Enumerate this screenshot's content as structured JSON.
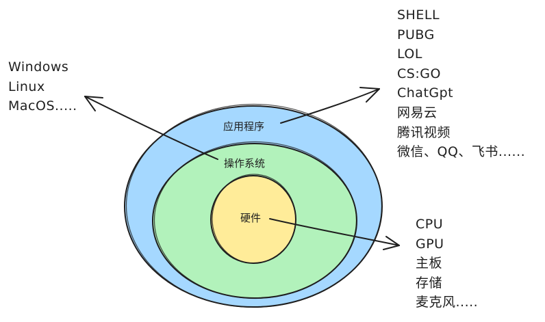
{
  "layers": {
    "applications": {
      "label": "应用程序",
      "color": "#a5d8ff"
    },
    "operating_system": {
      "label": "操作系统",
      "color": "#b2f2bb"
    },
    "hardware": {
      "label": "硬件",
      "color": "#ffec99"
    }
  },
  "stroke_color": "#1e1e1e",
  "notes": {
    "operating_system_examples": [
      "Windows",
      "Linux",
      "MacOS....."
    ],
    "application_examples": [
      "SHELL",
      "PUBG",
      "LOL",
      "CS:GO",
      "ChatGpt",
      "网易云",
      "腾讯视频",
      "微信、QQ、飞书......"
    ],
    "hardware_examples": [
      "CPU",
      "GPU",
      "主板",
      "存储",
      "麦克风....."
    ]
  }
}
